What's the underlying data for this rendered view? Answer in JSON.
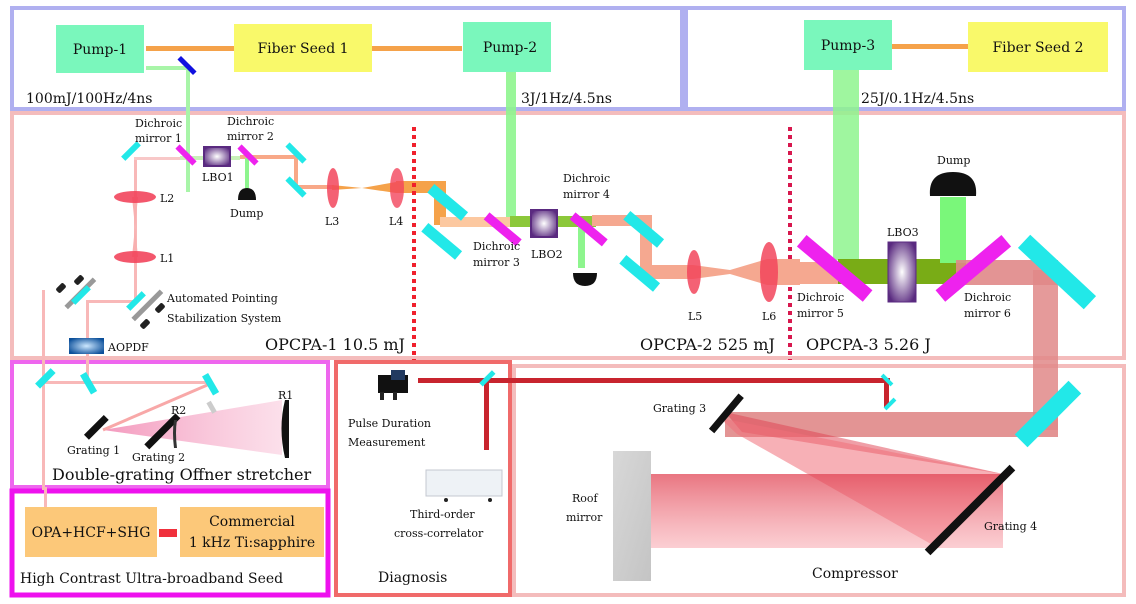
{
  "colors": {
    "pump_fill": "#7af7bc",
    "seed_fill": "#f9f96a",
    "pump_beam": "#8ef58e",
    "seed_link": "#f5a24a",
    "dichroic": "#ee22ee",
    "mirror": "#22e8e8",
    "lens": "#f2455c",
    "stage_border_top": "#b0b0f0",
    "stage_border_main": "#f4bcbc",
    "stretcher_border": "#ee66ee",
    "seed_border": "#ee11ee",
    "diagnosis_border": "#f06a6a",
    "seed_box_fill": "#fcc879",
    "compressed_beam": "#c8242e",
    "separator_1": "#f0202c",
    "separator_2": "#d8184e"
  },
  "pumps": {
    "pump1": {
      "label": "Pump-1",
      "spec": "100mJ/100Hz/4ns"
    },
    "pump2": {
      "label": "Pump-2",
      "spec": "3J/1Hz/4.5ns"
    },
    "pump3": {
      "label": "Pump-3",
      "spec": "25J/0.1Hz/4.5ns"
    },
    "seed1": {
      "label": "Fiber Seed 1"
    },
    "seed2": {
      "label": "Fiber Seed 2"
    }
  },
  "opcpa1": {
    "title": "OPCPA-1 10.5 mJ",
    "dm1": [
      "Dichroic",
      "mirror 1"
    ],
    "dm2": [
      "Dichroic",
      "mirror 2"
    ],
    "crystal": "LBO1",
    "dump": "Dump",
    "lenses": [
      "L1",
      "L2",
      "L3",
      "L4"
    ],
    "aps": [
      "Automated Pointing",
      "Stabilization System"
    ],
    "aopdf": "AOPDF"
  },
  "opcpa2": {
    "title": "OPCPA-2 525 mJ",
    "dm3": [
      "Dichroic",
      "mirror 3"
    ],
    "dm4": [
      "Dichroic",
      "mirror 4"
    ],
    "crystal": "LBO2",
    "lenses": [
      "L5",
      "L6"
    ]
  },
  "opcpa3": {
    "title": "OPCPA-3 5.26 J",
    "dm5": [
      "Dichroic",
      "mirror 5"
    ],
    "dm6": [
      "Dichroic",
      "mirror 6"
    ],
    "crystal": "LBO3",
    "dump": "Dump"
  },
  "stretcher": {
    "title": "Double-grating Offner stretcher",
    "grating1": "Grating 1",
    "grating2": "Grating 2",
    "r1": "R1",
    "r2": "R2"
  },
  "seed": {
    "title": "High Contrast Ultra-broadband Seed",
    "opa": "OPA+HCF+SHG",
    "laser": [
      "Commercial",
      "1 kHz Ti:sapphire"
    ]
  },
  "diagnosis": {
    "title": "Diagnosis",
    "pdm": [
      "Pulse Duration",
      "Measurement"
    ],
    "xcorr": [
      "Third-order",
      "cross-correlator"
    ]
  },
  "compressor": {
    "title": "Compressor",
    "grating3": "Grating 3",
    "grating4": "Grating 4",
    "roof": [
      "Roof",
      "mirror"
    ]
  }
}
